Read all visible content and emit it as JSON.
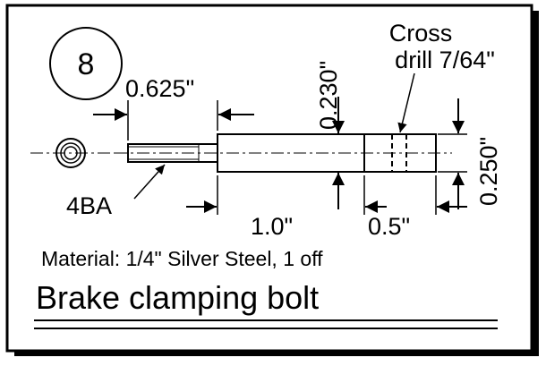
{
  "part_number": "8",
  "dimensions": {
    "thread_length": "0.625\"",
    "thread_spec": "4BA",
    "shank_diameter": "0.230\"",
    "head_diameter": "0.250\"",
    "shank_length": "1.0\"",
    "head_length": "0.5\""
  },
  "annotations": {
    "cross_drill_line1": "Cross",
    "cross_drill_line2": "drill 7/64\""
  },
  "material": "Material: 1/4\" Silver Steel, 1 off",
  "title": "Brake clamping bolt",
  "colors": {
    "ink": "#000000",
    "paper": "#ffffff"
  }
}
